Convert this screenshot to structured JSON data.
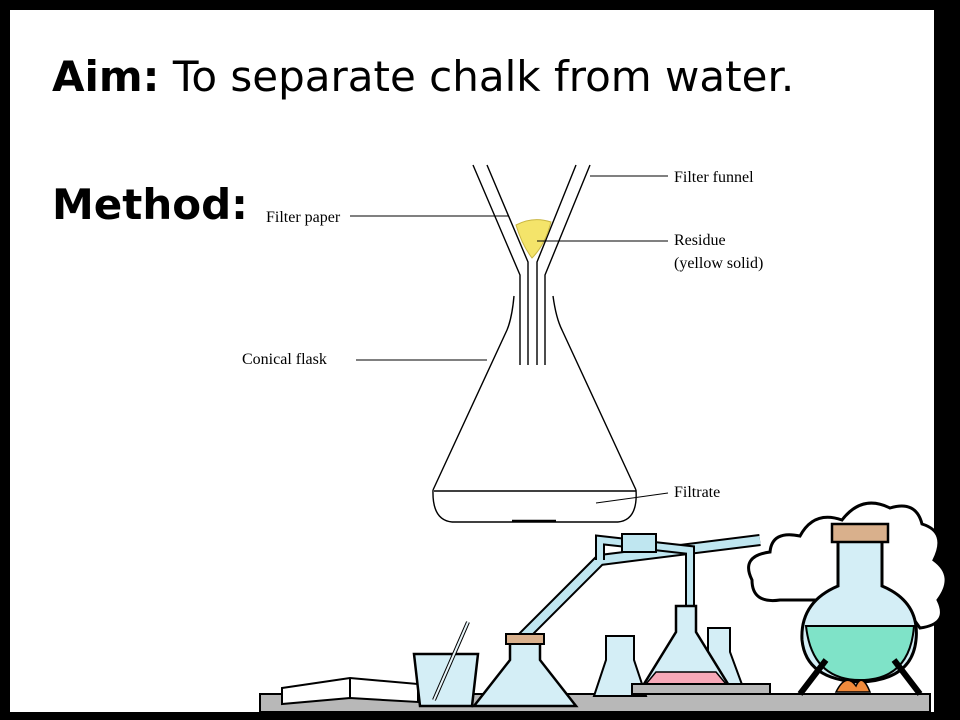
{
  "heading": {
    "aim_label": "Aim:",
    "aim_text": "To separate chalk from water.",
    "method_label": "Method:"
  },
  "labels": {
    "filter_funnel": "Filter funnel",
    "filter_paper": "Filter paper",
    "residue_line1": "Residue",
    "residue_line2": "(yellow solid)",
    "conical_flask": "Conical flask",
    "filtrate": "Filtrate"
  },
  "colors": {
    "residue": "#f4e46a",
    "liquid": "#7fe3c8",
    "glass": "#bfe6f0",
    "flame": "#f08a3c",
    "frame": "#000000"
  }
}
